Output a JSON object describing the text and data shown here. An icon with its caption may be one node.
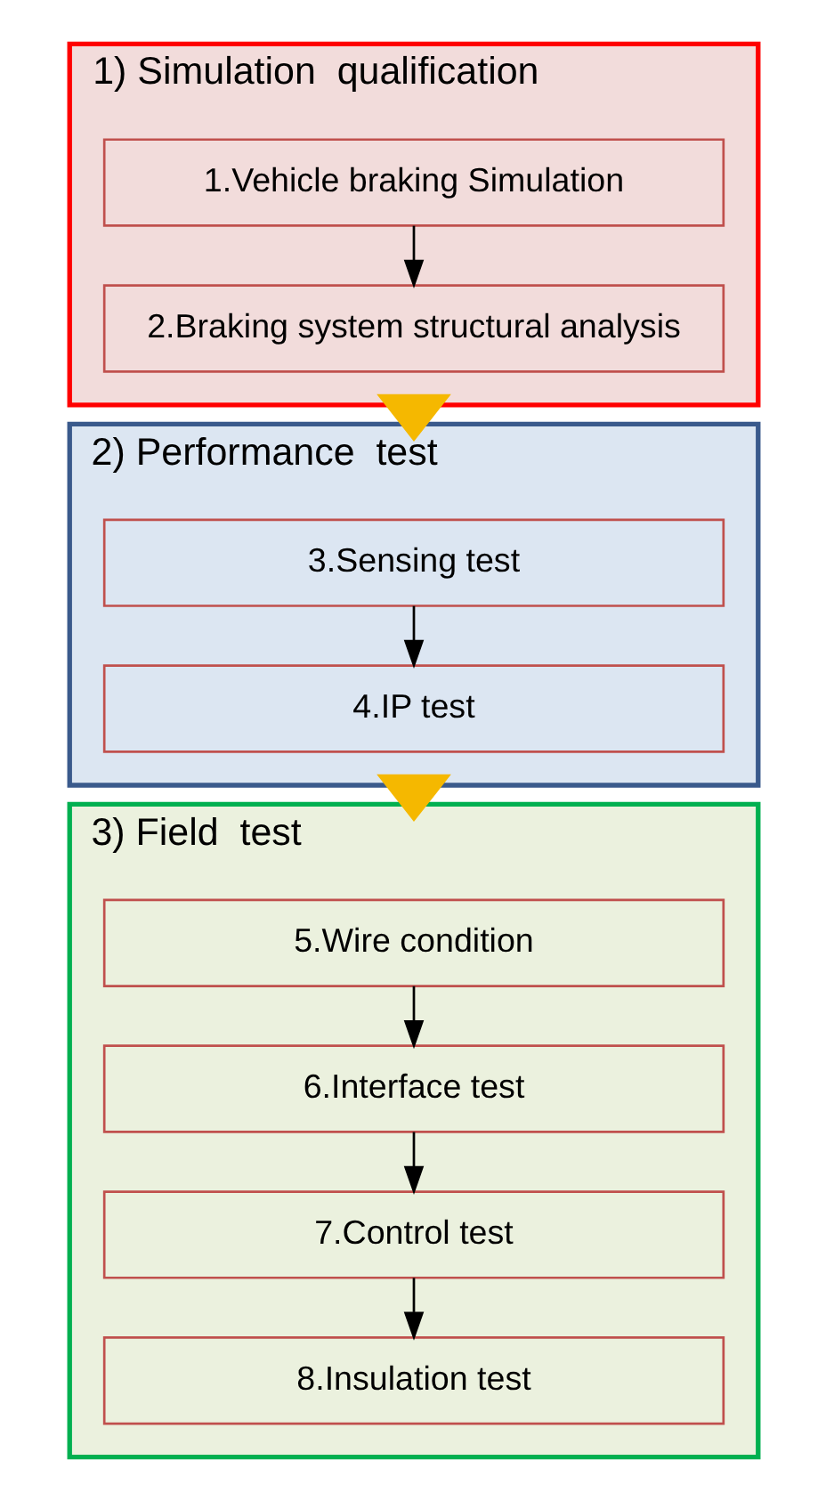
{
  "diagram": {
    "nodes": [
      {
        "text": [
          "1) Simulation  qualification"
        ]
      },
      {
        "text": [
          "1.Vehicle braking Simulation"
        ],
        "in": 0
      },
      {
        "text": [
          "2.Braking system structural analysis"
        ],
        "in": 0
      },
      {
        "text": [
          "2) Performance  test"
        ]
      },
      {
        "text": [
          "3.Sensing test"
        ],
        "in": 3
      },
      {
        "text": [
          "4.IP test"
        ],
        "in": 3
      },
      {
        "text": [
          "3) Field  test"
        ]
      },
      {
        "text": [
          "5.Wire condition"
        ],
        "in": 6
      },
      {
        "text": [
          "6.Interface test"
        ],
        "in": 6
      },
      {
        "text": [
          "7.Control test"
        ],
        "in": 6
      },
      {
        "text": [
          "8.Insulation test"
        ],
        "in": 6
      }
    ],
    "edges": [
      {
        "from": 1,
        "to": 2,
        "arrow": "to"
      },
      {
        "from": 0,
        "to": 3,
        "arrow": "to",
        "style": "thick",
        "color": "#f5b800"
      },
      {
        "from": 4,
        "to": 5,
        "arrow": "to"
      },
      {
        "from": 3,
        "to": 6,
        "arrow": "to",
        "style": "thick",
        "color": "#f5b800"
      },
      {
        "from": 7,
        "to": 8,
        "arrow": "to"
      },
      {
        "from": 8,
        "to": 9,
        "arrow": "to"
      },
      {
        "from": 9,
        "to": 10,
        "arrow": "to"
      }
    ]
  }
}
